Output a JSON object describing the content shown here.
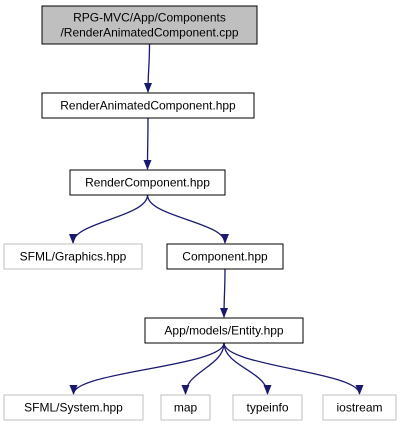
{
  "nodes": [
    {
      "id": "root",
      "lines": [
        "RPG-MVC/App/Components",
        "/RenderAnimatedComponent.cpp"
      ],
      "style": "root"
    },
    {
      "id": "rac",
      "lines": [
        "RenderAnimatedComponent.hpp"
      ],
      "style": "normal"
    },
    {
      "id": "rc",
      "lines": [
        "RenderComponent.hpp"
      ],
      "style": "normal"
    },
    {
      "id": "sfml_graphics",
      "lines": [
        "SFML/Graphics.hpp"
      ],
      "style": "external"
    },
    {
      "id": "component",
      "lines": [
        "Component.hpp"
      ],
      "style": "normal"
    },
    {
      "id": "entity",
      "lines": [
        "App/models/Entity.hpp"
      ],
      "style": "normal"
    },
    {
      "id": "sfml_system",
      "lines": [
        "SFML/System.hpp"
      ],
      "style": "external"
    },
    {
      "id": "map",
      "lines": [
        "map"
      ],
      "style": "external"
    },
    {
      "id": "typeinfo",
      "lines": [
        "typeinfo"
      ],
      "style": "external"
    },
    {
      "id": "iostream",
      "lines": [
        "iostream"
      ],
      "style": "external"
    }
  ],
  "edges": [
    {
      "from": "root",
      "to": "rac"
    },
    {
      "from": "rac",
      "to": "rc"
    },
    {
      "from": "rc",
      "to": "sfml_graphics"
    },
    {
      "from": "rc",
      "to": "component"
    },
    {
      "from": "component",
      "to": "entity"
    },
    {
      "from": "entity",
      "to": "sfml_system"
    },
    {
      "from": "entity",
      "to": "map"
    },
    {
      "from": "entity",
      "to": "typeinfo"
    },
    {
      "from": "entity",
      "to": "iostream"
    }
  ],
  "colors": {
    "edge": "#191970",
    "root_fill": "#bfbfbf",
    "normal_stroke": "#000000",
    "external_stroke": "#bfbfbf",
    "text": "#000000"
  }
}
